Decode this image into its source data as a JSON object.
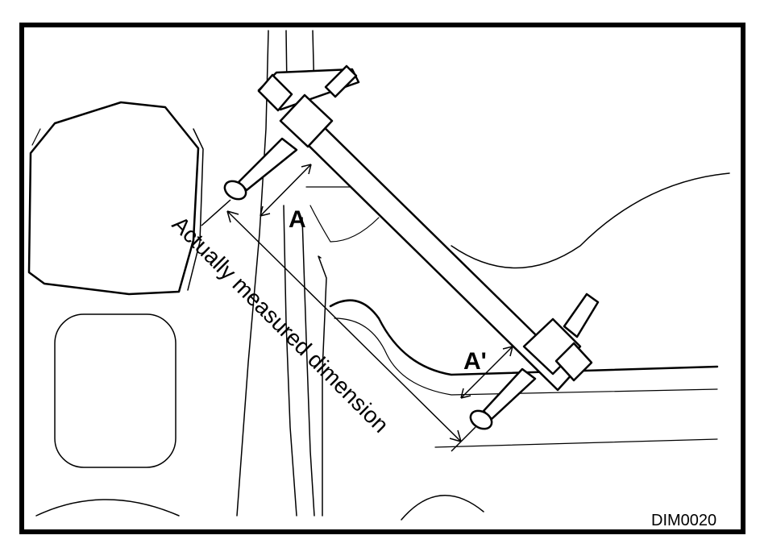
{
  "labels": {
    "a": "A",
    "a_prime": "A'",
    "measured": "Actually measured dimension",
    "code": "DIM0020"
  }
}
